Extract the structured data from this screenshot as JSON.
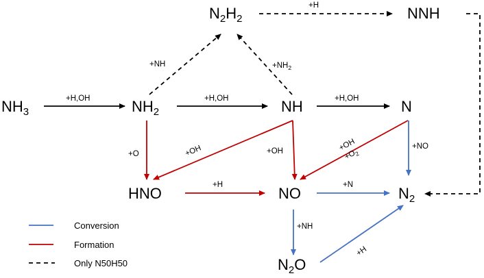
{
  "colors": {
    "conversion": "#4472c4",
    "formation": "#c00000",
    "only": "#000000"
  },
  "species": {
    "nh3": {
      "main": "NH",
      "sub": "3",
      "tail": ""
    },
    "nh2": {
      "main": "NH",
      "sub": "2",
      "tail": ""
    },
    "nh": {
      "main": "NH",
      "sub": "",
      "tail": ""
    },
    "n": {
      "main": "N",
      "sub": "",
      "tail": ""
    },
    "n2h2": {
      "main": "N",
      "sub": "2",
      "main2": "H",
      "sub2": "2"
    },
    "nnh": {
      "main": "NNH",
      "sub": "",
      "tail": ""
    },
    "hno": {
      "main": "HNO",
      "sub": "",
      "tail": ""
    },
    "no": {
      "main": "NO",
      "sub": "",
      "tail": ""
    },
    "n2": {
      "main": "N",
      "sub": "2",
      "tail": ""
    },
    "n2o": {
      "main": "N",
      "sub": "2",
      "tail": "O"
    }
  },
  "reactions": {
    "nh3_nh2": "+H,OH",
    "nh2_nh": "+H,OH",
    "nh_n": "+H,OH",
    "nh2_n2h2": "+NH",
    "nh_n2h2": {
      "main": "+NH",
      "sub": "2"
    },
    "n2h2_nnh": "+H",
    "nh2_hno": "+O",
    "nh_hno": "+OH",
    "nh_no": "+OH",
    "n_no_oh": "+OH",
    "n_no_o2": {
      "main": "+O",
      "sub": "2"
    },
    "hno_no": "+H",
    "no_n2": "+N",
    "n_n2": "+NO",
    "no_n2o": "+NH",
    "n2o_n2": "+H"
  },
  "legend": {
    "conversion": "Conversion",
    "formation": "Formation",
    "only": "Only N50H50"
  }
}
